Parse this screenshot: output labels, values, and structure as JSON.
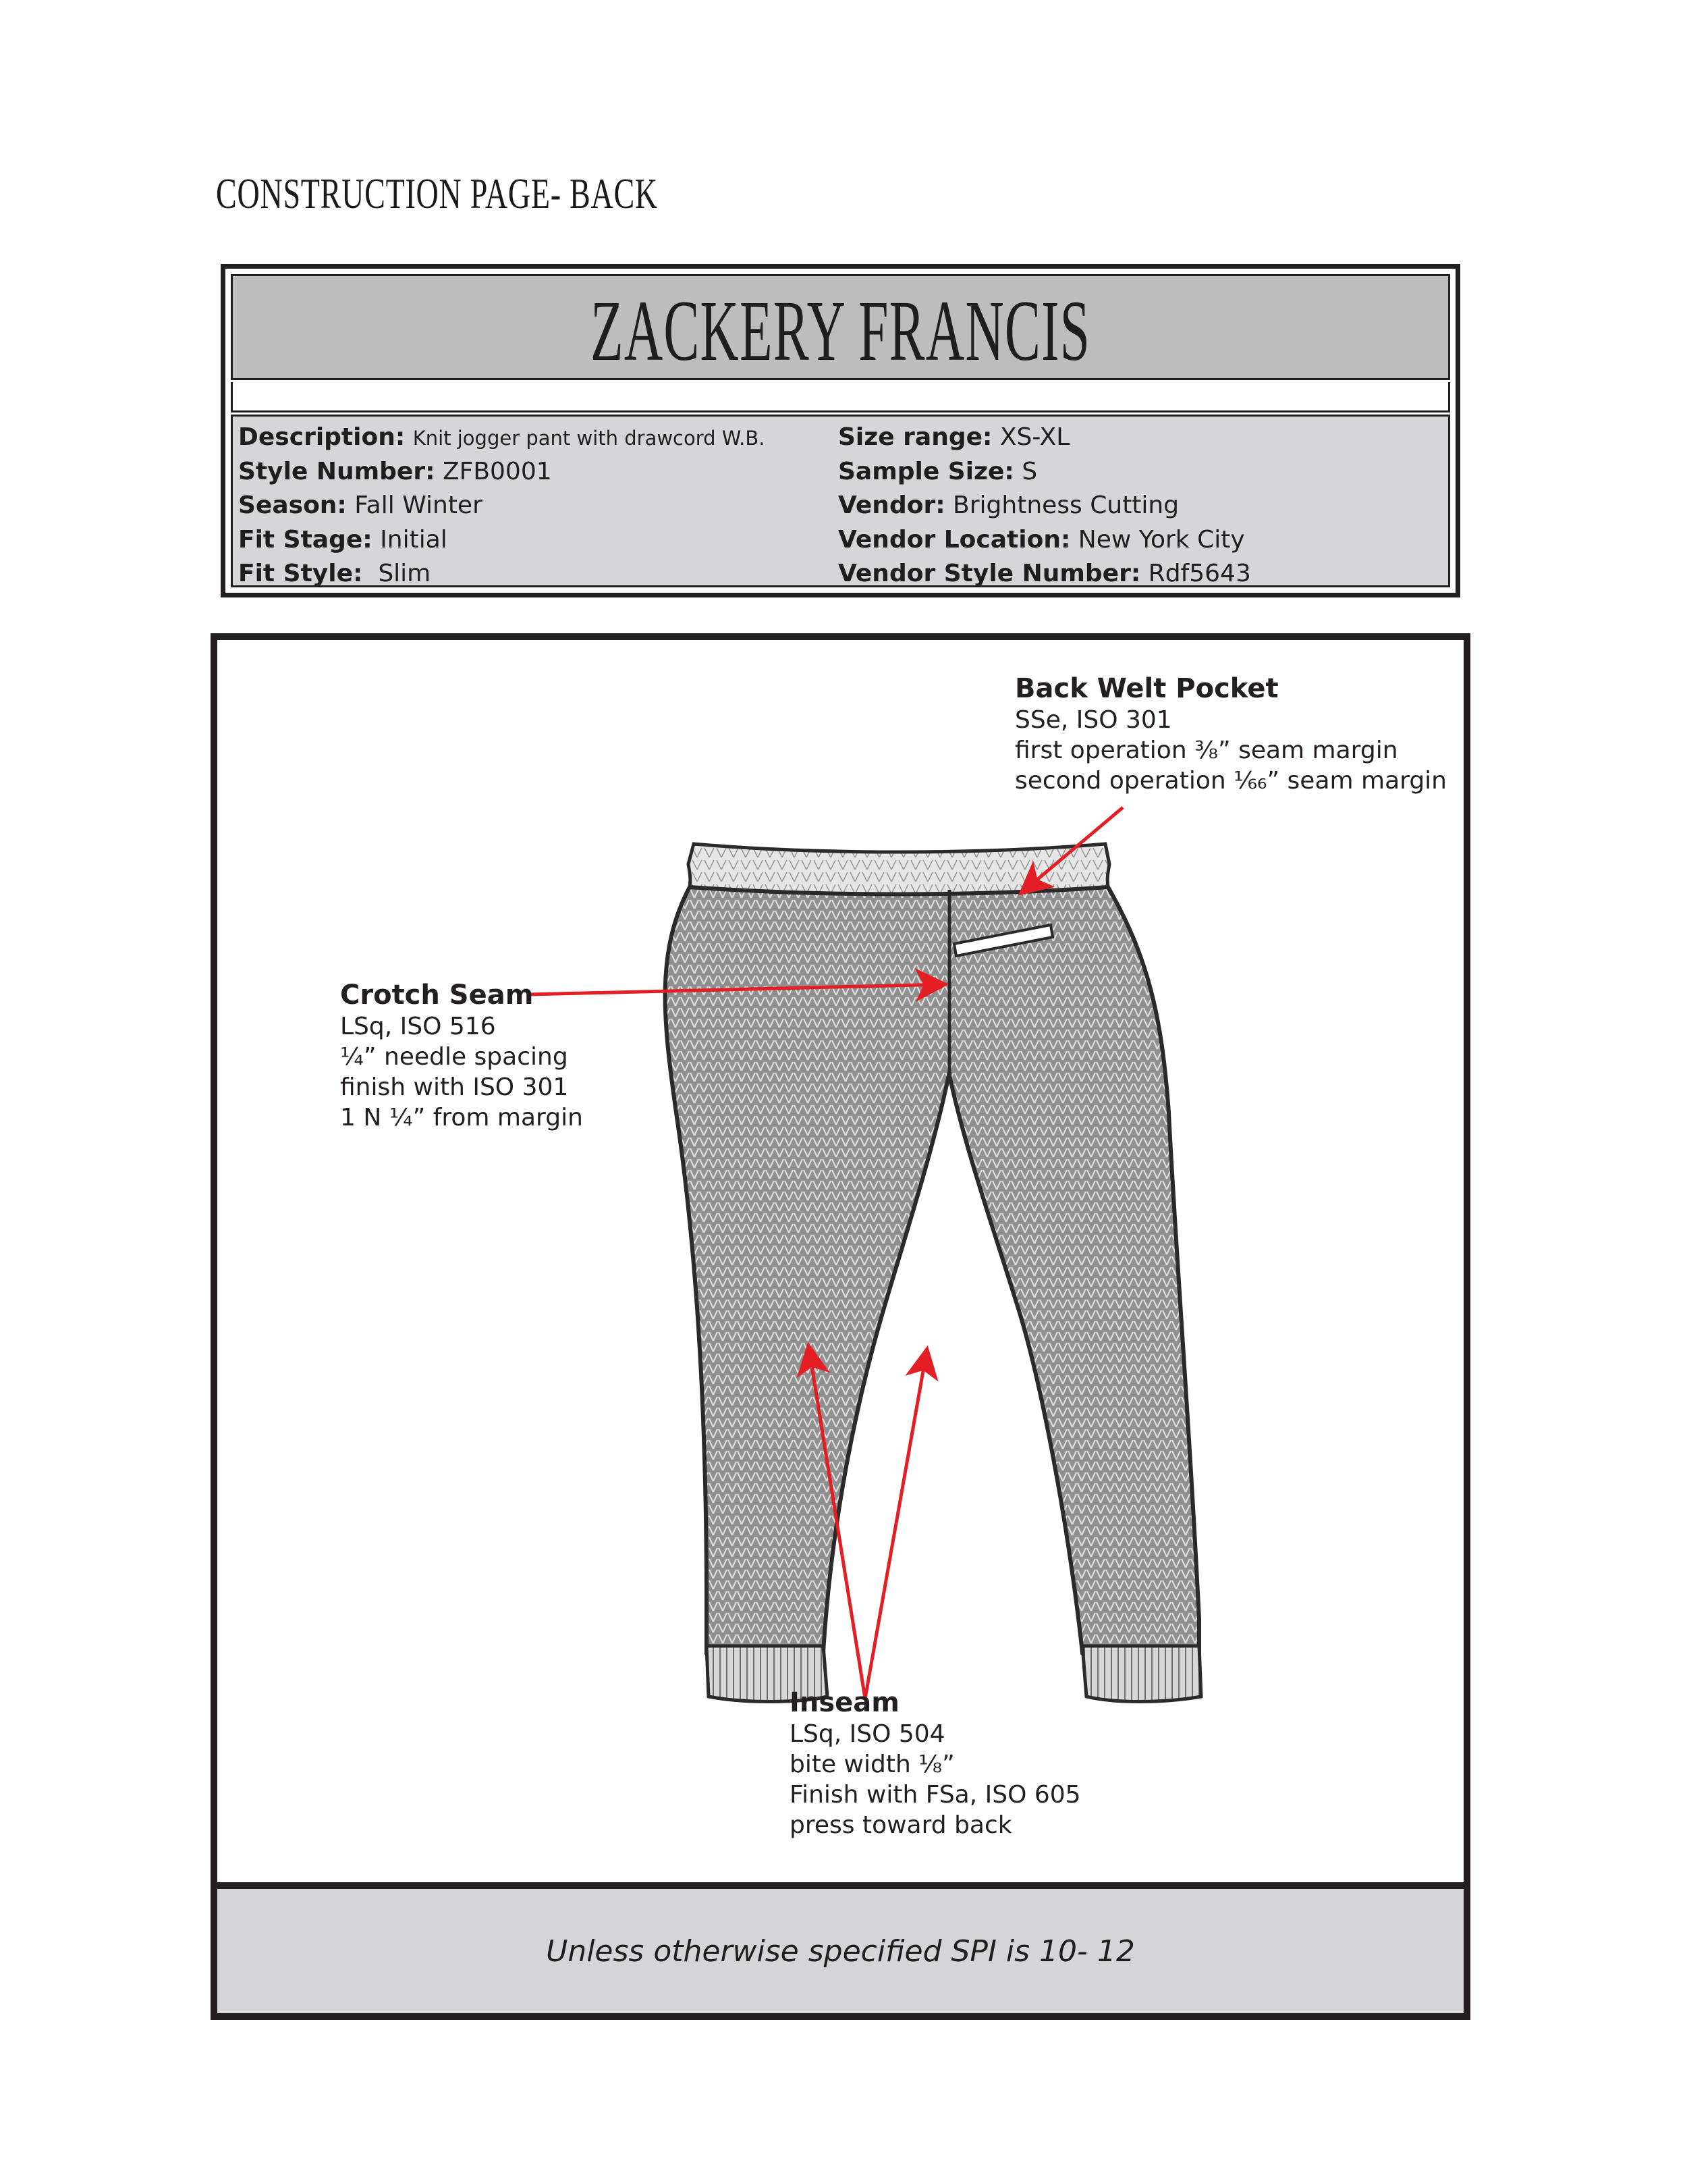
{
  "page": {
    "title": "CONSTRUCTION PAGE- BACK"
  },
  "header": {
    "brand": "ZACKERY FRANCIS",
    "left_fields": [
      {
        "label": "Description:",
        "value": "Knit jogger pant with drawcord W.B."
      },
      {
        "label": "Style Number:",
        "value": "ZFB0001"
      },
      {
        "label": "Season:",
        "value": "Fall Winter"
      },
      {
        "label": "Fit Stage:",
        "value": "Initial"
      },
      {
        "label": "Fit Style:",
        "value": "Slim"
      }
    ],
    "right_fields": [
      {
        "label": "Size range:",
        "value": "XS-XL"
      },
      {
        "label": "Sample Size:",
        "value": "S"
      },
      {
        "label": "Vendor:",
        "value": "Brightness Cutting"
      },
      {
        "label": "Vendor Location:",
        "value": "New York City"
      },
      {
        "label": "Vendor Style Number:",
        "value": "Rdf5643"
      }
    ]
  },
  "callouts": {
    "back_welt_pocket": {
      "title": "Back Welt Pocket",
      "lines": [
        "SSe, ISO 301",
        "first operation ⅜” seam margin",
        "second operation ⅙₆” seam margin"
      ]
    },
    "crotch_seam": {
      "title": "Crotch Seam",
      "lines": [
        "LSq, ISO 516",
        "¼” needle spacing",
        "finish with ISO 301",
        "1 N ¼” from margin"
      ]
    },
    "inseam": {
      "title": "Inseam",
      "lines": [
        "LSq, ISO 504",
        "bite width ⅛”",
        "Finish with FSa, ISO 605",
        "press toward back"
      ]
    }
  },
  "footer": {
    "note": "Unless otherwise specified SPI is 10- 12"
  },
  "colors": {
    "accent_arrow": "#e31e24",
    "header_gray": "#bebdbe",
    "info_gray": "#d6d6d8",
    "garment_gray": "#8c8c8c",
    "border": "#231f20"
  }
}
